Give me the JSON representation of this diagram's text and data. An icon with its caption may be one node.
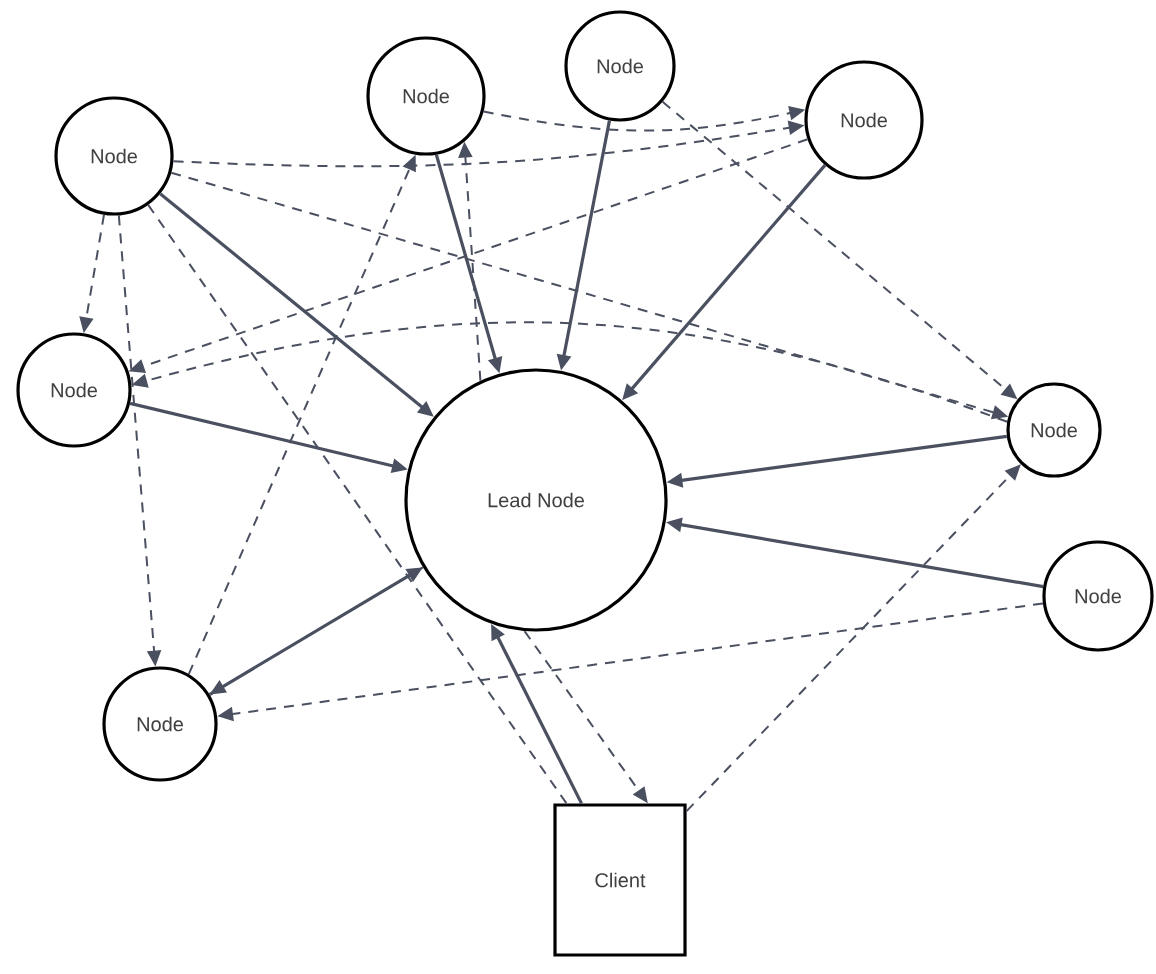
{
  "diagram": {
    "nodes": [
      {
        "text": [
          "Node"
        ]
      },
      {
        "text": [
          "Node"
        ]
      },
      {
        "text": [
          "Node"
        ]
      },
      {
        "text": [
          "Node"
        ]
      },
      {
        "text": [
          "Node"
        ]
      },
      {
        "text": [
          "Lead Node"
        ]
      },
      {
        "text": [
          "Node"
        ]
      },
      {
        "text": [
          "Node"
        ]
      },
      {
        "text": [
          "Node"
        ]
      },
      {
        "text": [
          "Client"
        ]
      }
    ],
    "edges": [
      {
        "from": 0,
        "to": 5,
        "arrow": "to"
      },
      {
        "from": 1,
        "to": 5,
        "arrow": "to"
      },
      {
        "from": 2,
        "to": 5,
        "arrow": "to"
      },
      {
        "from": 3,
        "to": 5,
        "arrow": "to"
      },
      {
        "from": 4,
        "to": 5,
        "arrow": "to"
      },
      {
        "from": 6,
        "to": 5,
        "arrow": "to"
      },
      {
        "from": 7,
        "to": 5,
        "arrow": "to"
      },
      {
        "from": 8,
        "to": 5,
        "arrow": "to"
      },
      {
        "from": 9,
        "to": 5,
        "arrow": "to"
      },
      {
        "from": 0,
        "to": 3,
        "arrow": "to",
        "style": "dashed"
      },
      {
        "from": 0,
        "to": 4,
        "arrow": "to",
        "style": "dashed"
      },
      {
        "from": 0,
        "to": 8,
        "arrow": "to",
        "style": "dashed"
      },
      {
        "from": 0,
        "to": 6,
        "arrow": "to",
        "style": "dashed"
      },
      {
        "from": 8,
        "to": 1,
        "arrow": "to",
        "style": "dashed"
      },
      {
        "from": 5,
        "to": 1,
        "arrow": "to",
        "style": "dashed"
      },
      {
        "from": 1,
        "to": 3,
        "arrow": "to",
        "style": "dashed"
      },
      {
        "from": 2,
        "to": 6,
        "arrow": "to",
        "style": "dashed"
      },
      {
        "from": 3,
        "to": 4,
        "arrow": "to",
        "style": "dashed"
      },
      {
        "from": 5,
        "to": 8,
        "arrow": "to",
        "style": "dashed"
      },
      {
        "from": 6,
        "to": 4,
        "arrow": "to",
        "style": "dashed"
      },
      {
        "from": 9,
        "to": 6,
        "arrow": "to",
        "style": "dashed"
      },
      {
        "from": 7,
        "to": 8,
        "arrow": "to",
        "style": "dashed"
      },
      {
        "from": 5,
        "to": 9,
        "arrow": "to",
        "style": "dashed"
      },
      {
        "from": 0,
        "to": 9,
        "arrow": "none",
        "style": "dashed"
      }
    ]
  }
}
